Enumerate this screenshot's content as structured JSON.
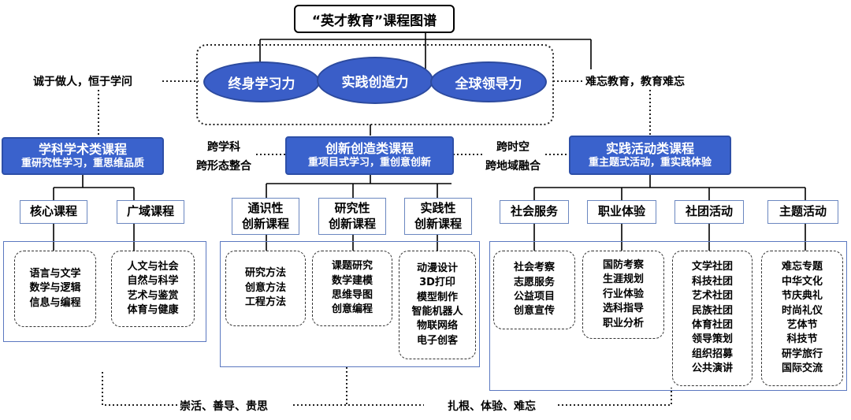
{
  "title": "“英才教育”课程图谱",
  "core_competencies": [
    "终身学习力",
    "实践创造力",
    "全球领导力"
  ],
  "side_labels": {
    "left_top": "诚于做人，恒于学问",
    "right_top": "难忘教育，教育难忘",
    "middle_left": [
      "跨学科",
      "跨形态整合"
    ],
    "middle_right": [
      "跨时空",
      "跨地域融合"
    ],
    "bottom_left": "崇活、善导、贵思",
    "bottom_right": "扎根、体验、难忘"
  },
  "categories": [
    {
      "title": "学科学术类课程",
      "subtitle": "重研究性学习，重思维品质",
      "modules": [
        {
          "name": "核心课程",
          "items": [
            "语言与文学",
            "数学与逻辑",
            "信息与编程"
          ]
        },
        {
          "name": "广域课程",
          "items": [
            "人文与社会",
            "自然与科学",
            "艺术与鉴赏",
            "体育与健康"
          ]
        }
      ]
    },
    {
      "title": "创新创造类课程",
      "subtitle": "重项目式学习，重创意创新",
      "modules": [
        {
          "name": "通识性\n创新课程",
          "items": [
            "研究方法",
            "创意方法",
            "工程方法"
          ]
        },
        {
          "name": "研究性\n创新课程",
          "items": [
            "课题研究",
            "数学建模",
            "思维导图",
            "创意编程"
          ]
        },
        {
          "name": "实践性\n创新课程",
          "items": [
            "动漫设计",
            "3D打印",
            "模型制作",
            "智能机器人",
            "物联网络",
            "电子创客"
          ]
        }
      ]
    },
    {
      "title": "实践活动类课程",
      "subtitle": "重主题式活动，重实践体验",
      "modules": [
        {
          "name": "社会服务",
          "items": [
            "社会考察",
            "志愿服务",
            "公益项目",
            "创意宣传"
          ]
        },
        {
          "name": "职业体验",
          "items": [
            "国防考察",
            "生涯规划",
            "行业体验",
            "选科指导",
            "职业分析"
          ]
        },
        {
          "name": "社团活动",
          "items": [
            "文学社团",
            "科技社团",
            "艺术社团",
            "民族社团",
            "体育社团",
            "领导策划",
            "组织招募",
            "公共演讲"
          ]
        },
        {
          "name": "主题活动",
          "items": [
            "难忘专题",
            "中华文化",
            "节庆典礼",
            "时尚礼仪",
            "艺体节",
            "科技节",
            "研学旅行",
            "国际交流"
          ]
        }
      ]
    }
  ]
}
